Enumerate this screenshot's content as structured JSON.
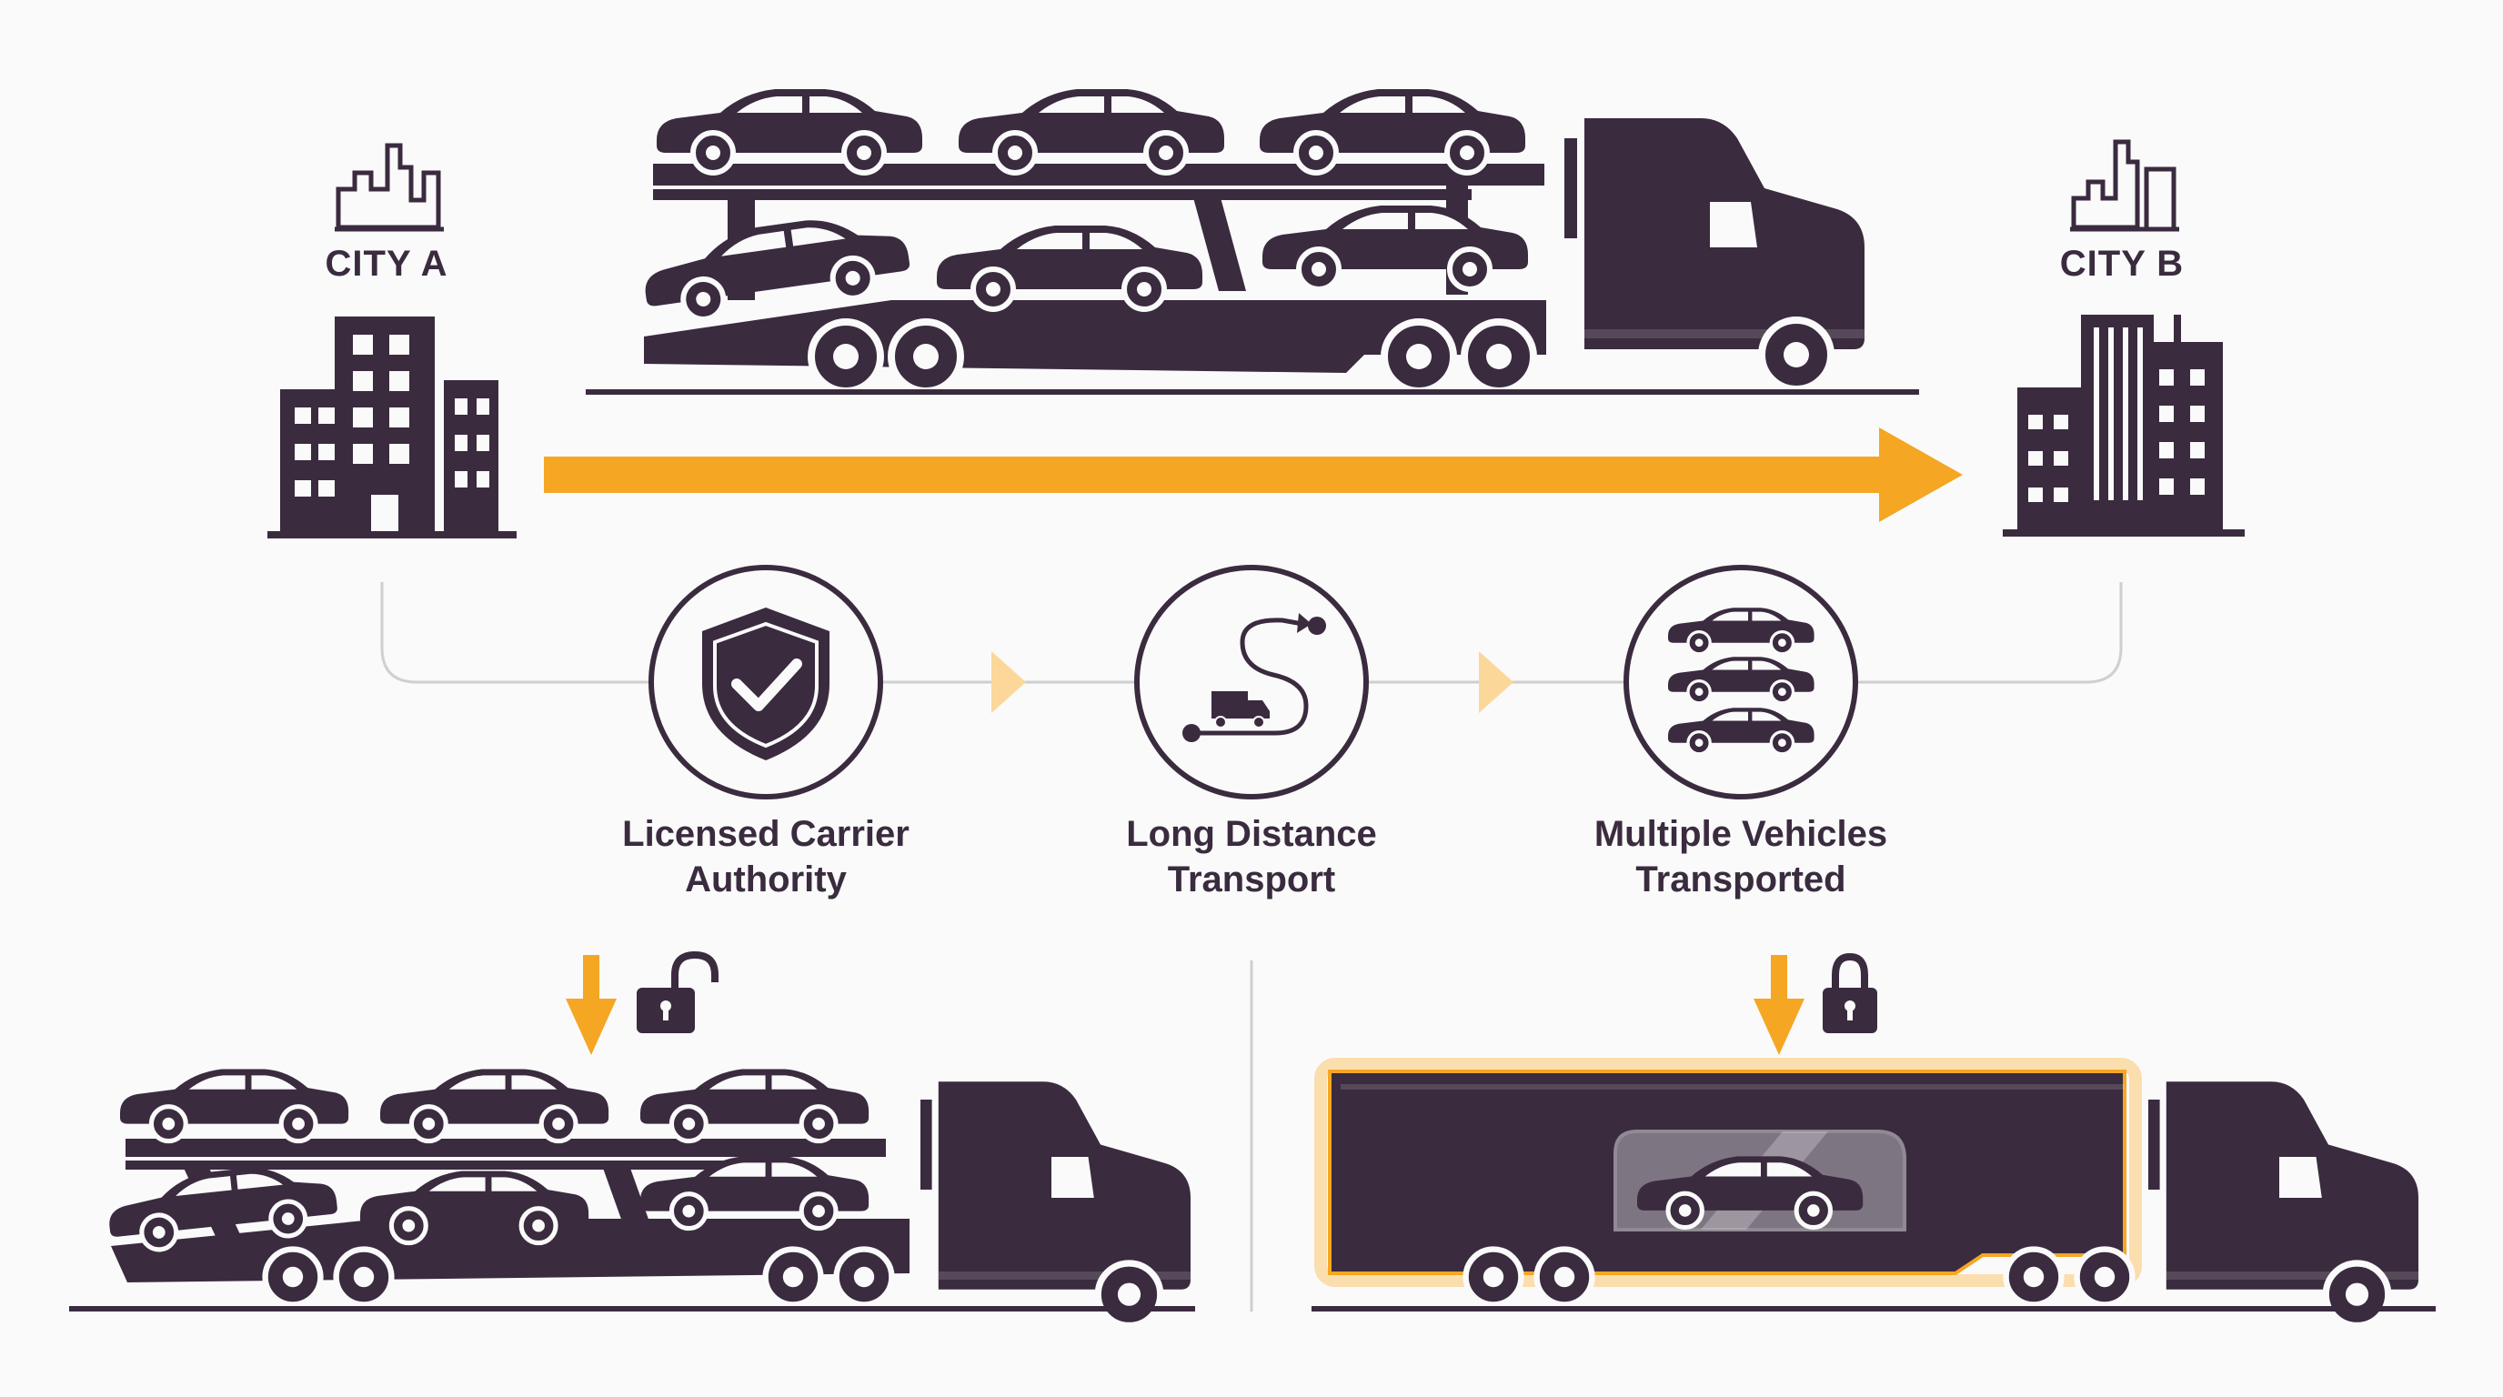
{
  "cities": {
    "origin": "CITY A",
    "destination": "CITY B"
  },
  "steps": [
    {
      "line1": "Licensed Carrier",
      "line2": "Authority",
      "icon": "shield-check-icon"
    },
    {
      "line1": "Long Distance",
      "line2": "Transport",
      "icon": "route-truck-icon"
    },
    {
      "line1": "Multiple Vehicles",
      "line2": "Transported",
      "icon": "stacked-cars-icon"
    }
  ],
  "options": [
    {
      "type": "open-car-carrier",
      "lock_icon": "unlocked-padlock-icon"
    },
    {
      "type": "enclosed-car-carrier",
      "lock_icon": "locked-padlock-icon"
    }
  ],
  "colors": {
    "primary": "#3a2b3f",
    "accent": "#f5a623",
    "background": "#fafafa",
    "connector": "#cfcfcf"
  }
}
